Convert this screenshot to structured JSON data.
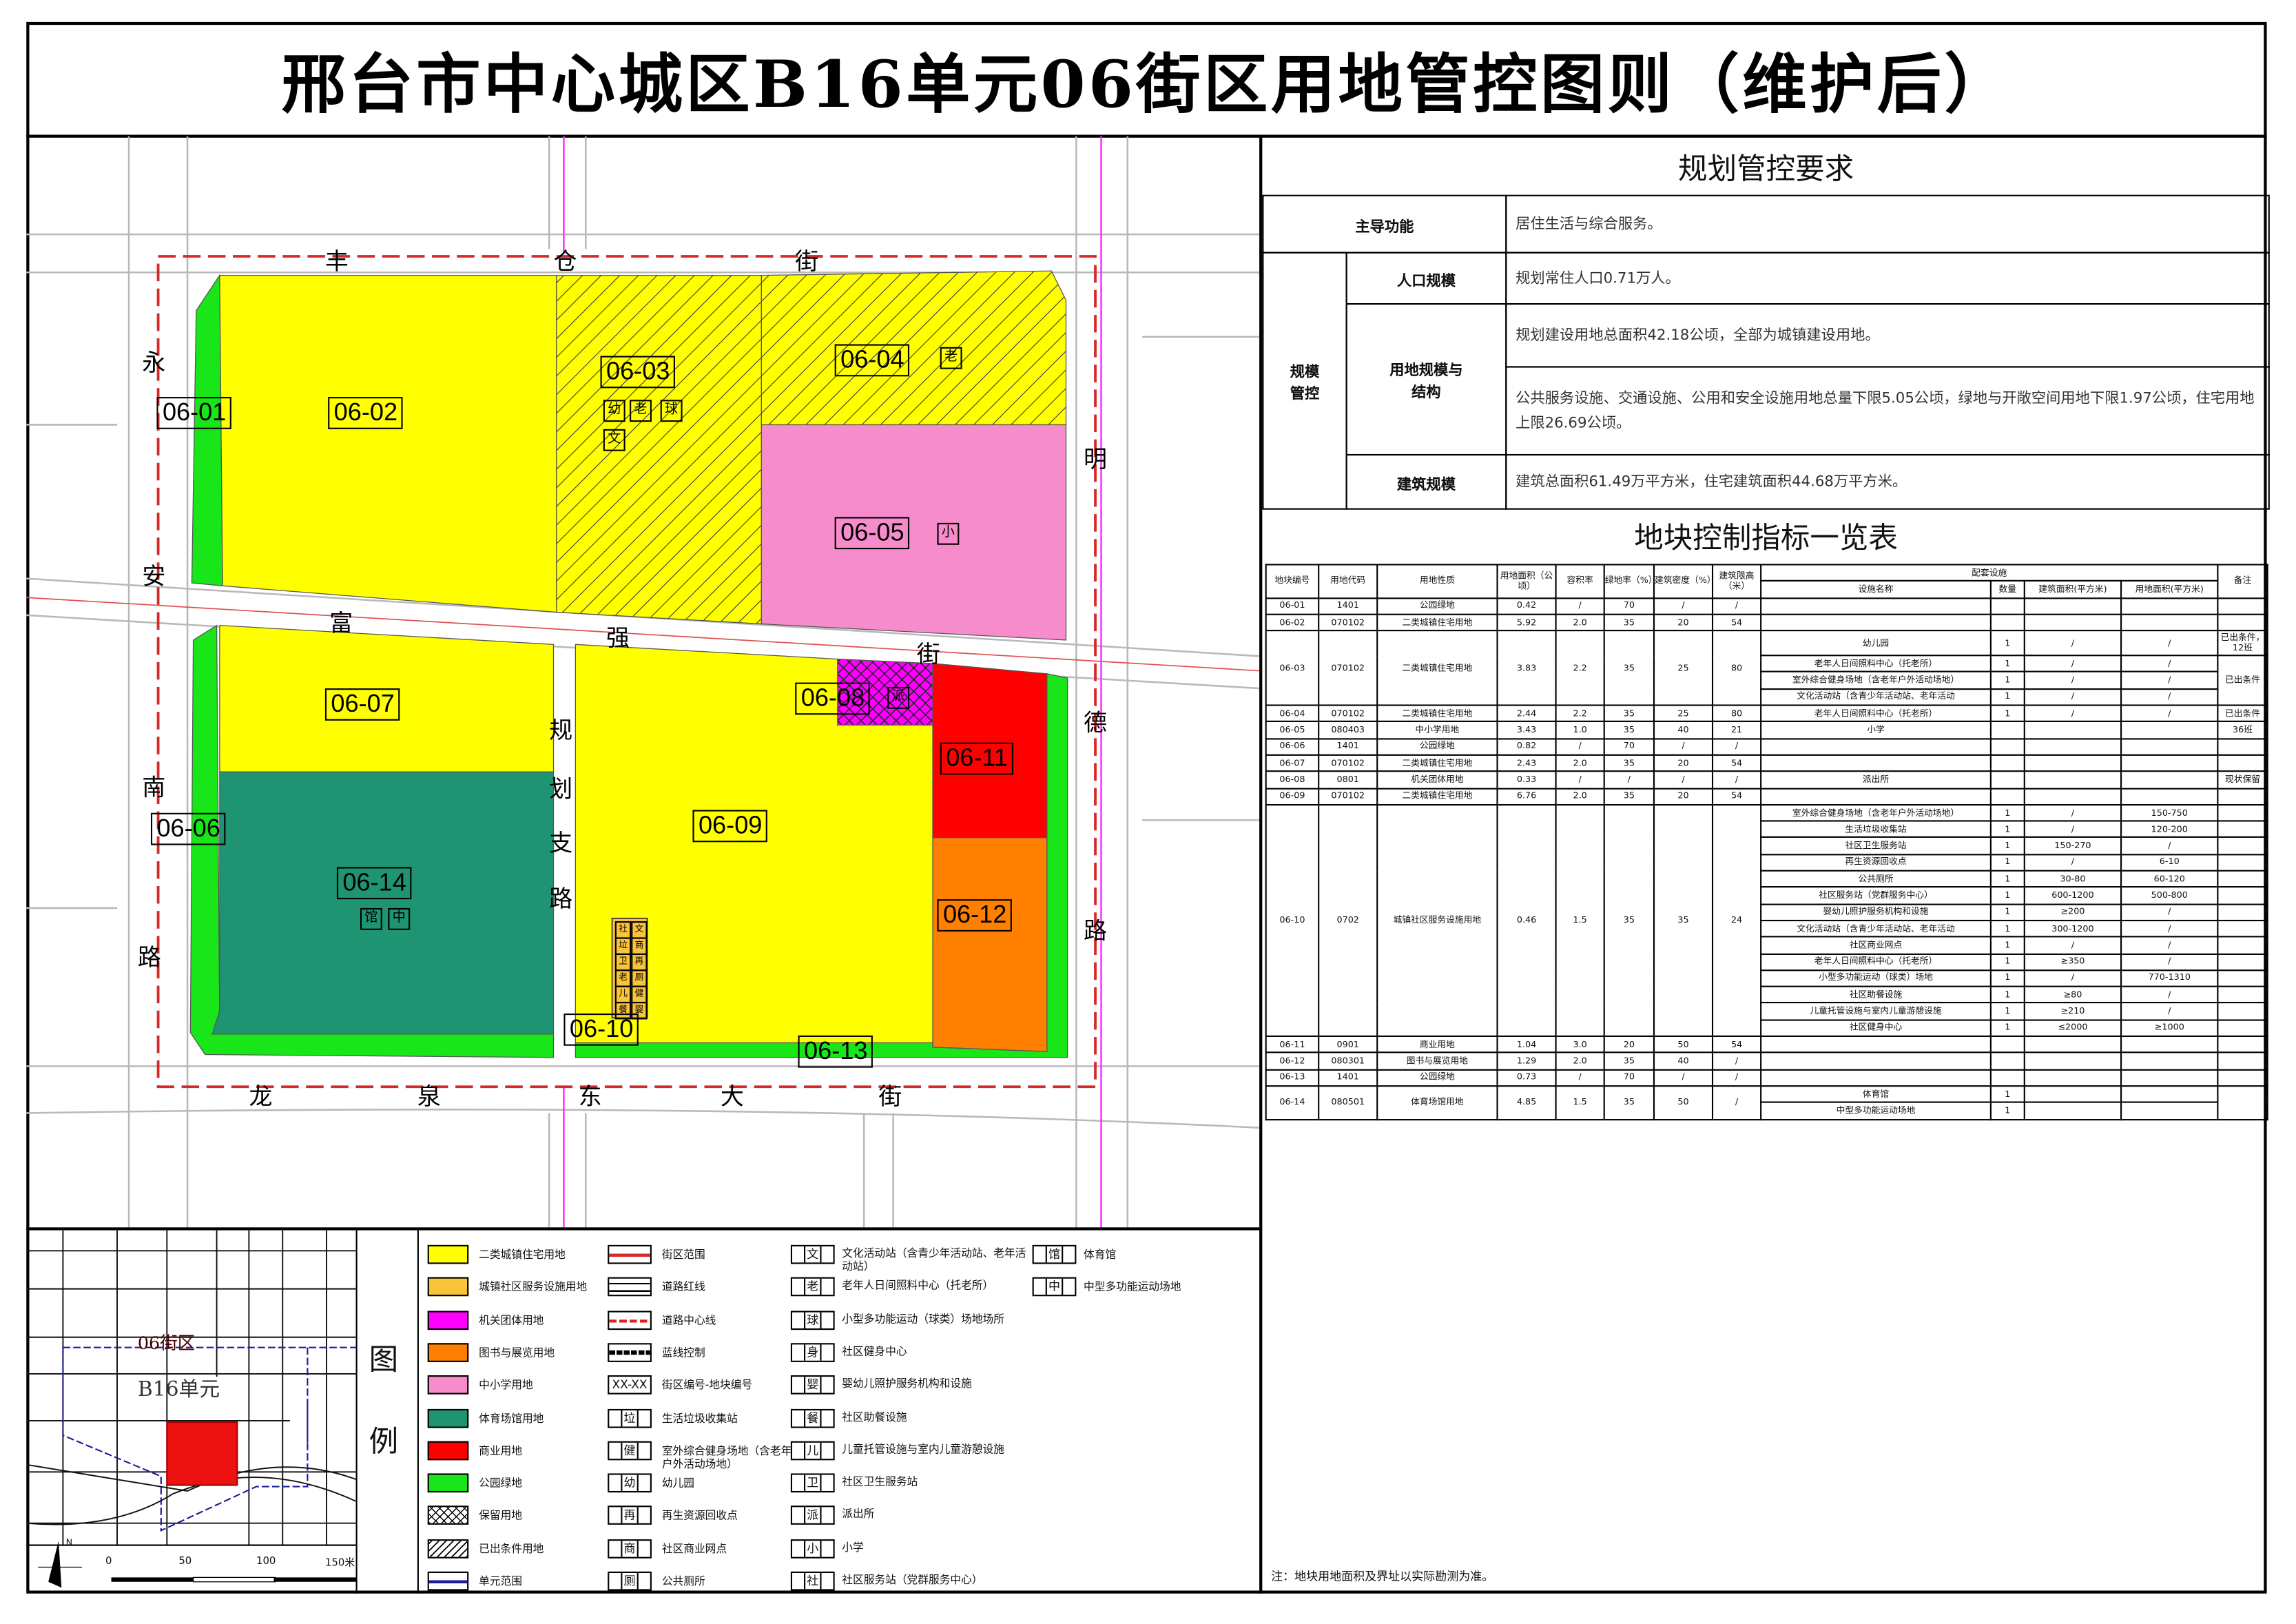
{
  "title": "邢台市中心城区B16单元06街区用地管控图则（维护后）",
  "colors": {
    "residential": "#FFFF00",
    "community_service": "#F9C33A",
    "institutional": "#FF00FF",
    "library_exhibition": "#FF8000",
    "school": "#F68CCB",
    "sports": "#1E9473",
    "commercial": "#FF0000",
    "park": "#19E619",
    "block_boundary": "#D42A2A",
    "unit_boundary": "#1C1C9C"
  },
  "map": {
    "streets": {
      "north": [
        "丰",
        "仓",
        "街"
      ],
      "west": [
        "永",
        "安",
        "南",
        "路"
      ],
      "middle": [
        "富",
        "强",
        "街"
      ],
      "east": [
        "明",
        "德",
        "路"
      ],
      "south": [
        "龙",
        "泉",
        "东",
        "大",
        "街"
      ],
      "branch": [
        "规",
        "划",
        "支",
        "路"
      ]
    },
    "parcels": [
      "06-01",
      "06-02",
      "06-03",
      "06-04",
      "06-05",
      "06-06",
      "06-07",
      "06-08",
      "06-09",
      "06-10",
      "06-11",
      "06-12",
      "06-13",
      "06-14"
    ],
    "icons": {
      "p0603": [
        "幼",
        "老",
        "球",
        "文"
      ],
      "p0604": [
        "老"
      ],
      "p0605": [
        "小"
      ],
      "p0608": [
        "派"
      ],
      "p0614": [
        "馆",
        "中"
      ],
      "p0610": [
        "社",
        "文",
        "垃",
        "商",
        "卫",
        "再",
        "老",
        "厕",
        "儿",
        "健",
        "餐",
        "婴"
      ]
    }
  },
  "requirements": {
    "heading": "规划管控要求",
    "main_function_label": "主导功能",
    "main_function": "居住生活与综合服务。",
    "scale_label": "规模管控",
    "population_label": "人口规模",
    "population": "规划常住人口0.71万人。",
    "land_label": "用地规模与结构",
    "land_1": "规划建设用地总面积42.18公顷，全部为城镇建设用地。",
    "land_2": "公共服务设施、交通设施、公用和安全设施用地总量下限5.05公顷，绿地与开敞空间用地下限1.97公顷，住宅用地上限26.69公顷。",
    "building_label": "建筑规模",
    "building": "建筑总面积61.49万平方米，住宅建筑面积44.68万平方米。"
  },
  "table": {
    "heading": "地块控制指标一览表",
    "headers": {
      "id": "地块编号",
      "code": "用地代码",
      "nature": "用地性质",
      "area": "用地面积（公顷）",
      "far": "容积率",
      "green": "绿地率（%）",
      "density": "建筑密度（%）",
      "height": "建筑限高（米）",
      "facilities": "配套设施",
      "fac_name": "设施名称",
      "fac_qty": "数量",
      "fac_floor": "建筑面积(平方米)",
      "fac_land": "用地面积(平方米)",
      "note": "备注"
    },
    "parcels": [
      {
        "id": "06-01",
        "code": "1401",
        "nature": "公园绿地",
        "area": "0.42",
        "far": "/",
        "green": "70",
        "density": "/",
        "height": "/",
        "facilities": []
      },
      {
        "id": "06-02",
        "code": "070102",
        "nature": "二类城镇住宅用地",
        "area": "5.92",
        "far": "2.0",
        "green": "35",
        "density": "20",
        "height": "54",
        "facilities": []
      },
      {
        "id": "06-03",
        "code": "070102",
        "nature": "二类城镇住宅用地",
        "area": "3.83",
        "far": "2.2",
        "green": "35",
        "density": "25",
        "height": "80",
        "facilities": [
          {
            "name": "幼儿园",
            "qty": "1",
            "floor": "/",
            "land": "/",
            "note": "已出条件，12班"
          },
          {
            "name": "老年人日间照料中心（托老所）",
            "qty": "1",
            "floor": "/",
            "land": "/",
            "note": "已出条件"
          },
          {
            "name": "室外综合健身场地（含老年户外活动场地）",
            "qty": "1",
            "floor": "/",
            "land": "/"
          },
          {
            "name": "文化活动站（含青少年活动站、老年活动",
            "qty": "1",
            "floor": "/",
            "land": "/"
          }
        ]
      },
      {
        "id": "06-04",
        "code": "070102",
        "nature": "二类城镇住宅用地",
        "area": "2.44",
        "far": "2.2",
        "green": "35",
        "density": "25",
        "height": "80",
        "facilities": [
          {
            "name": "老年人日间照料中心（托老所）",
            "qty": "1",
            "floor": "/",
            "land": "/",
            "note": "已出条件"
          }
        ]
      },
      {
        "id": "06-05",
        "code": "080403",
        "nature": "中小学用地",
        "area": "3.43",
        "far": "1.0",
        "green": "35",
        "density": "40",
        "height": "21",
        "facilities": [
          {
            "name": "小学",
            "qty": "",
            "floor": "",
            "land": "",
            "note": "36班"
          }
        ]
      },
      {
        "id": "06-06",
        "code": "1401",
        "nature": "公园绿地",
        "area": "0.82",
        "far": "/",
        "green": "70",
        "density": "/",
        "height": "/",
        "facilities": []
      },
      {
        "id": "06-07",
        "code": "070102",
        "nature": "二类城镇住宅用地",
        "area": "2.43",
        "far": "2.0",
        "green": "35",
        "density": "20",
        "height": "54",
        "facilities": []
      },
      {
        "id": "06-08",
        "code": "0801",
        "nature": "机关团体用地",
        "area": "0.33",
        "far": "/",
        "green": "/",
        "density": "/",
        "height": "/",
        "facilities": [
          {
            "name": "派出所",
            "qty": "",
            "floor": "",
            "land": "",
            "note": "现状保留"
          }
        ]
      },
      {
        "id": "06-09",
        "code": "070102",
        "nature": "二类城镇住宅用地",
        "area": "6.76",
        "far": "2.0",
        "green": "35",
        "density": "20",
        "height": "54",
        "facilities": []
      },
      {
        "id": "06-10",
        "code": "0702",
        "nature": "城镇社区服务设施用地",
        "area": "0.46",
        "far": "1.5",
        "green": "35",
        "density": "35",
        "height": "24",
        "facilities": [
          {
            "name": "室外综合健身场地（含老年户外活动场地）",
            "qty": "1",
            "floor": "/",
            "land": "150-750",
            "note": ""
          },
          {
            "name": "生活垃圾收集站",
            "qty": "1",
            "floor": "/",
            "land": "120-200",
            "note": ""
          },
          {
            "name": "社区卫生服务站",
            "qty": "1",
            "floor": "150-270",
            "land": "/",
            "note": ""
          },
          {
            "name": "再生资源回收点",
            "qty": "1",
            "floor": "/",
            "land": "6-10",
            "note": ""
          },
          {
            "name": "公共厕所",
            "qty": "1",
            "floor": "30-80",
            "land": "60-120",
            "note": ""
          },
          {
            "name": "社区服务站（党群服务中心）",
            "qty": "1",
            "floor": "600-1200",
            "land": "500-800",
            "note": ""
          },
          {
            "name": "婴幼儿照护服务机构和设施",
            "qty": "1",
            "floor": "≥200",
            "land": "/",
            "note": ""
          },
          {
            "name": "文化活动站（含青少年活动站、老年活动",
            "qty": "1",
            "floor": "300-1200",
            "land": "/",
            "note": ""
          },
          {
            "name": "社区商业网点",
            "qty": "1",
            "floor": "/",
            "land": "/",
            "note": ""
          },
          {
            "name": "老年人日间照料中心（托老所）",
            "qty": "1",
            "floor": "≥350",
            "land": "/",
            "note": ""
          },
          {
            "name": "小型多功能运动（球类）场地",
            "qty": "1",
            "floor": "/",
            "land": "770-1310",
            "note": ""
          },
          {
            "name": "社区助餐设施",
            "qty": "1",
            "floor": "≥80",
            "land": "/",
            "note": ""
          },
          {
            "name": "儿童托管设施与室内儿童游憩设施",
            "qty": "1",
            "floor": "≥210",
            "land": "/",
            "note": ""
          },
          {
            "name": "社区健身中心",
            "qty": "1",
            "floor": "≤2000",
            "land": "≥1000",
            "note": ""
          }
        ]
      },
      {
        "id": "06-11",
        "code": "0901",
        "nature": "商业用地",
        "area": "1.04",
        "far": "3.0",
        "green": "20",
        "density": "50",
        "height": "54",
        "facilities": []
      },
      {
        "id": "06-12",
        "code": "080301",
        "nature": "图书与展览用地",
        "area": "1.29",
        "far": "2.0",
        "green": "35",
        "density": "40",
        "height": "/",
        "facilities": []
      },
      {
        "id": "06-13",
        "code": "1401",
        "nature": "公园绿地",
        "area": "0.73",
        "far": "/",
        "green": "70",
        "density": "/",
        "height": "/",
        "facilities": []
      },
      {
        "id": "06-14",
        "code": "080501",
        "nature": "体育场馆用地",
        "area": "4.85",
        "far": "1.5",
        "green": "35",
        "density": "50",
        "height": "/",
        "facilities": [
          {
            "name": "体育馆",
            "qty": "1",
            "floor": "",
            "land": "",
            "note": ""
          },
          {
            "name": "中型多功能运动场地",
            "qty": "1",
            "floor": "",
            "land": ""
          }
        ]
      }
    ]
  },
  "note": "注：地块用地面积及界址以实际勘测为准。",
  "keymap": {
    "block": "06街区",
    "unit": "B16单元",
    "north": "N",
    "scale": [
      "0",
      "50",
      "100",
      "150米"
    ],
    "legend_title": [
      "图",
      "例"
    ]
  },
  "legend": {
    "land_use": [
      {
        "label": "二类城镇住宅用地",
        "color": "#FFFF00"
      },
      {
        "label": "城镇社区服务设施用地",
        "color": "#F9C33A"
      },
      {
        "label": "机关团体用地",
        "color": "#FF00FF"
      },
      {
        "label": "图书与展览用地",
        "color": "#FF8000"
      },
      {
        "label": "中小学用地",
        "color": "#F68CCB"
      },
      {
        "label": "体育场馆用地",
        "color": "#1E9473"
      },
      {
        "label": "商业用地",
        "color": "#FF0000"
      },
      {
        "label": "公园绿地",
        "color": "#19E619"
      },
      {
        "label": "保留用地",
        "pattern": "crosshatch"
      },
      {
        "label": "已出条件用地",
        "pattern": "hatch"
      },
      {
        "label": "单元范围",
        "pattern": "blue-dash"
      }
    ],
    "lines": [
      {
        "label": "街区范围",
        "symbol": "red-dash"
      },
      {
        "label": "道路红线",
        "symbol": "road-edge"
      },
      {
        "label": "道路中心线",
        "symbol": "red-dash-dot"
      },
      {
        "label": "蓝线控制",
        "symbol": "black-dash"
      },
      {
        "label": "街区编号-地块编号",
        "symbol": "XX-XX"
      },
      {
        "label": "生活垃圾收集站",
        "symbol": "垃"
      },
      {
        "label": "室外综合健身场地（含老年户外活动场地）",
        "symbol": "健"
      },
      {
        "label": "幼儿园",
        "symbol": "幼"
      },
      {
        "label": "再生资源回收点",
        "symbol": "再"
      },
      {
        "label": "社区商业网点",
        "symbol": "商"
      },
      {
        "label": "公共厕所",
        "symbol": "厕"
      }
    ],
    "facilities": [
      {
        "label": "文化活动站（含青少年活动站、老年活动站）",
        "symbol": "文"
      },
      {
        "label": "老年人日间照料中心（托老所）",
        "symbol": "老"
      },
      {
        "label": "小型多功能运动（球类）场地场所",
        "symbol": "球"
      },
      {
        "label": "社区健身中心",
        "symbol": "身"
      },
      {
        "label": "婴幼儿照护服务机构和设施",
        "symbol": "婴"
      },
      {
        "label": "社区助餐设施",
        "symbol": "餐"
      },
      {
        "label": "儿童托管设施与室内儿童游憩设施",
        "symbol": "儿"
      },
      {
        "label": "社区卫生服务站",
        "symbol": "卫"
      },
      {
        "label": "派出所",
        "symbol": "派"
      },
      {
        "label": "小学",
        "symbol": "小"
      },
      {
        "label": "社区服务站（党群服务中心）",
        "symbol": "社"
      }
    ],
    "sports": [
      {
        "label": "体育馆",
        "symbol": "馆"
      },
      {
        "label": "中型多功能运动场地",
        "symbol": "中"
      }
    ]
  }
}
